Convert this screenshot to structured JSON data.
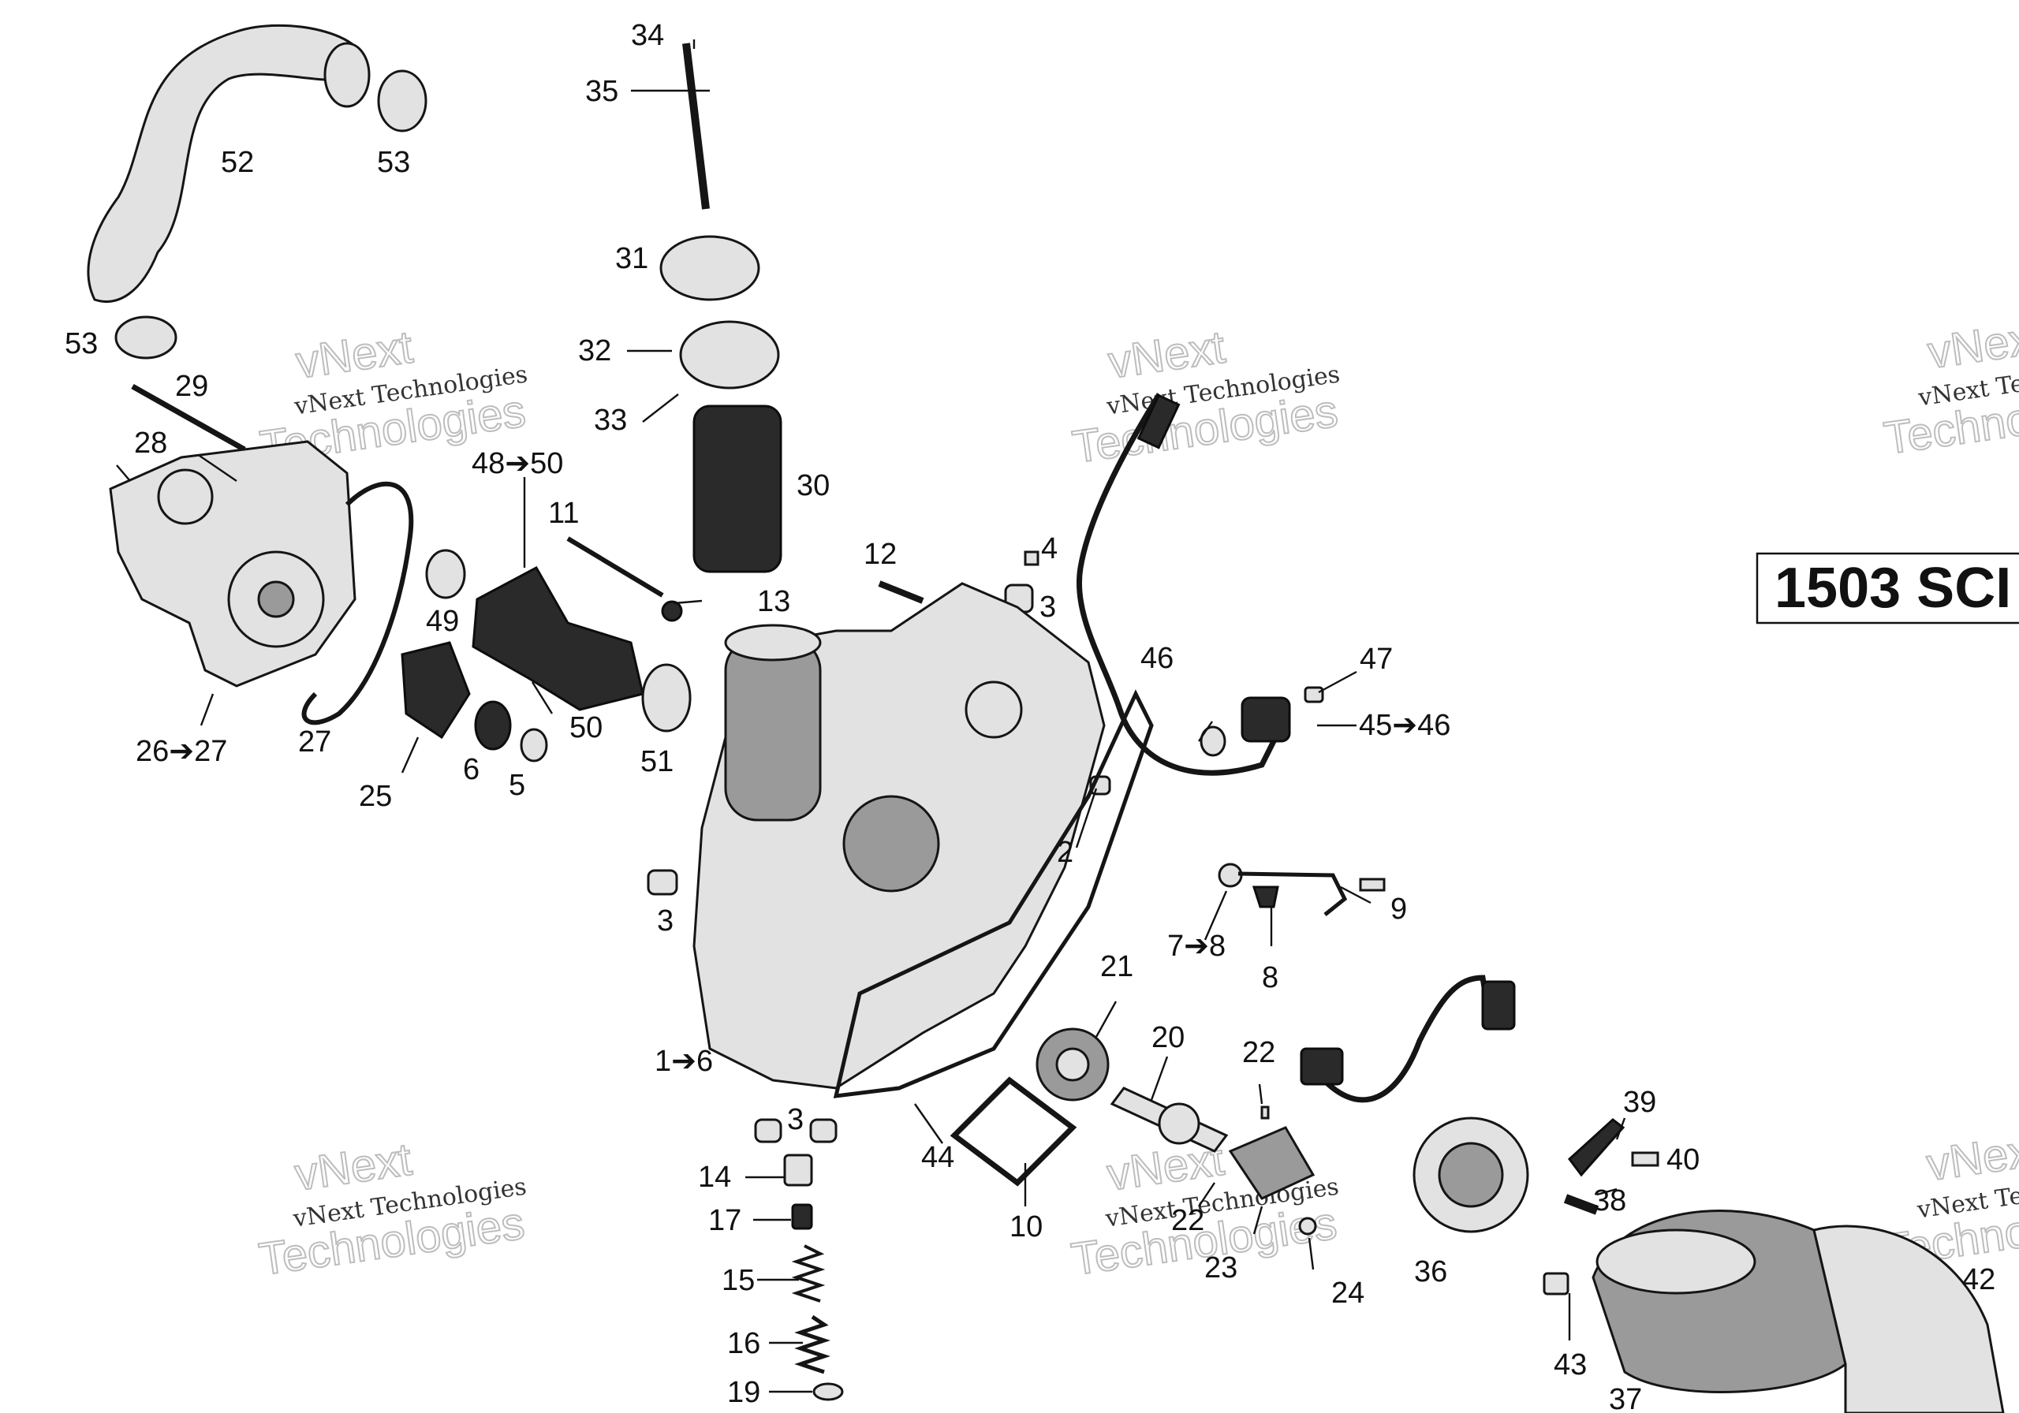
{
  "model_label": "1503 SCI",
  "watermark": {
    "line1": "vNext Technologies",
    "line2": "vNext",
    "line3": "Technologies"
  },
  "callouts": {
    "c1_6": "1➔6",
    "c2": "2",
    "c3a": "3",
    "c3b": "3",
    "c3c": "3",
    "c4": "4",
    "c5": "5",
    "c6": "6",
    "c7_8": "7➔8",
    "c8": "8",
    "c9": "9",
    "c10": "10",
    "c11": "11",
    "c12": "12",
    "c13": "13",
    "c14": "14",
    "c15": "15",
    "c16": "16",
    "c17": "17",
    "c19": "19",
    "c20": "20",
    "c21": "21",
    "c22a": "22",
    "c22b": "22",
    "c23": "23",
    "c24": "24",
    "c25": "25",
    "c26_27": "26➔27",
    "c27": "27",
    "c28": "28",
    "c29": "29",
    "c30": "30",
    "c31": "31",
    "c32": "32",
    "c33": "33",
    "c34": "34",
    "c35": "35",
    "c36": "36",
    "c37": "37",
    "c38": "38",
    "c39": "39",
    "c40": "40",
    "c42": "42",
    "c43": "43",
    "c44": "44",
    "c45_46": "45➔46",
    "c46": "46",
    "c47": "47",
    "c48_50": "48➔50",
    "c49": "49",
    "c50": "50",
    "c51": "51",
    "c52": "52",
    "c53a": "53",
    "c53b": "53"
  }
}
